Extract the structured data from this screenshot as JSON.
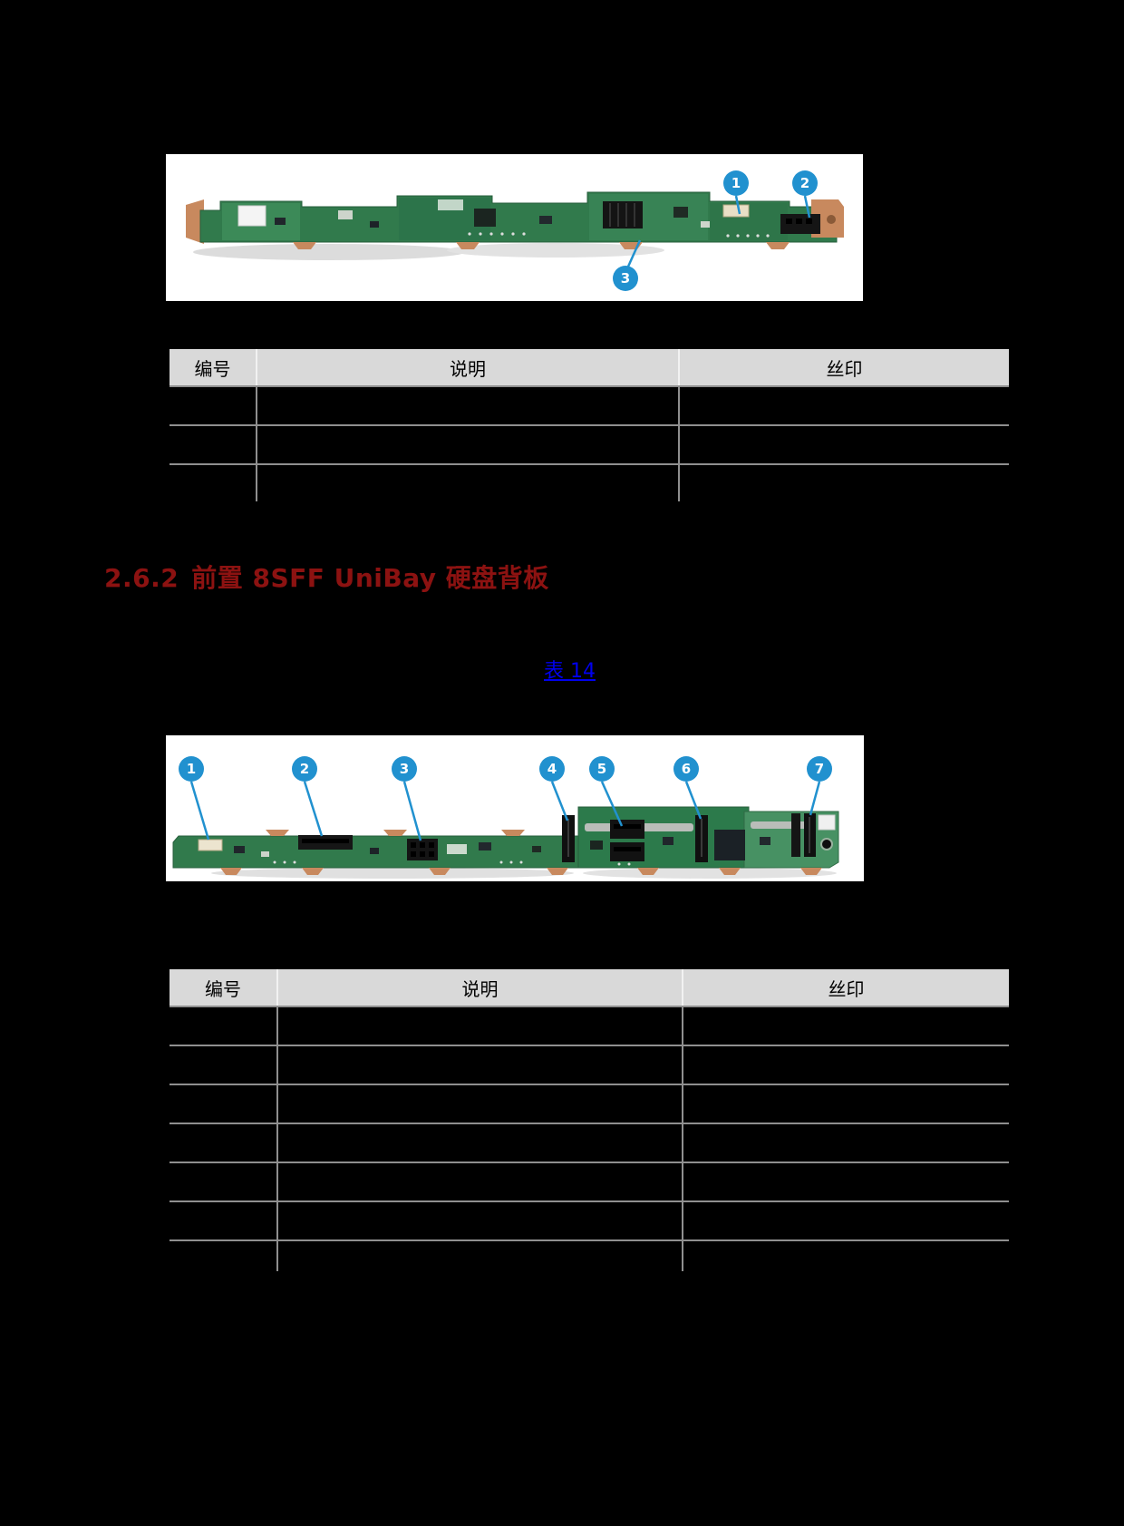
{
  "section": {
    "number": "2.6.2",
    "title": "前置 8SFF UniBay 硬盘背板",
    "heading_color": "#8c1211"
  },
  "table_link": {
    "label": "表 14",
    "color": "#0000ee"
  },
  "figure1": {
    "description": "4LFF drive backplane photo",
    "callouts": [
      "1",
      "2",
      "3"
    ]
  },
  "figure2": {
    "description": "8SFF UniBay drive backplane photo",
    "callouts": [
      "1",
      "2",
      "3",
      "4",
      "5",
      "6",
      "7"
    ]
  },
  "table1": {
    "headers": [
      "编号",
      "说明",
      "丝印"
    ],
    "rows": [
      [
        "",
        "",
        ""
      ],
      [
        "",
        "",
        ""
      ],
      [
        "",
        "",
        ""
      ]
    ]
  },
  "table2": {
    "headers": [
      "编号",
      "说明",
      "丝印"
    ],
    "rows": [
      [
        "",
        "",
        ""
      ],
      [
        "",
        "",
        ""
      ],
      [
        "",
        "",
        ""
      ],
      [
        "",
        "",
        ""
      ],
      [
        "",
        "",
        ""
      ],
      [
        "",
        "",
        ""
      ],
      [
        "",
        "",
        ""
      ]
    ]
  },
  "colors": {
    "page_background": "#000000",
    "callout_blue": "#2191cf",
    "table_header_bg": "#d9d9d9",
    "table_border": "#8f8f8f",
    "pcb_green": "#317a4c",
    "copper": "#c8895e"
  }
}
